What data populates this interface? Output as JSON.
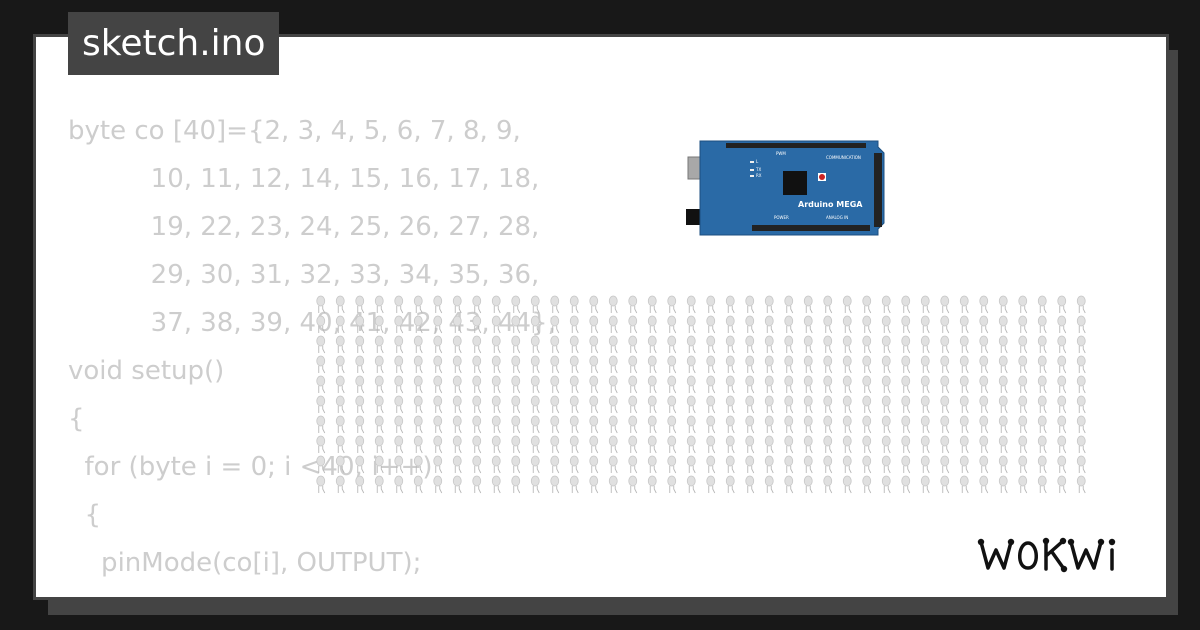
{
  "sketch": {
    "title": "sketch.ino"
  },
  "code": {
    "lines": [
      "byte co [40]={2, 3, 4, 5, 6, 7, 8, 9,",
      "          10, 11, 12, 14, 15, 16, 17, 18,",
      "          19, 22, 23, 24, 25, 26, 27, 28,",
      "          29, 30, 31, 32, 33, 34, 35, 36,",
      "          37, 38, 39, 40, 41, 42, 43, 44};",
      "",
      "void setup()",
      "{",
      "  for (byte i = 0; i <40; i++)",
      "  {",
      "    pinMode(co[i], OUTPUT);"
    ]
  },
  "board": {
    "name": "Arduino MEGA",
    "labels": {
      "pwm": "PWM",
      "communication": "COMMUNICATION",
      "power": "POWER",
      "analog": "ANALOG IN",
      "l": "L",
      "tx": "TX",
      "rx": "RX"
    }
  },
  "led_grid": {
    "rows": 10,
    "cols": 40,
    "color": "#e0e0e0"
  },
  "brand": {
    "logo": "WOKWI"
  },
  "colors": {
    "background": "#181818",
    "card": "#ffffff",
    "frame": "#444444",
    "code_text": "#cdcdcd",
    "board": "#2a6aa6"
  }
}
